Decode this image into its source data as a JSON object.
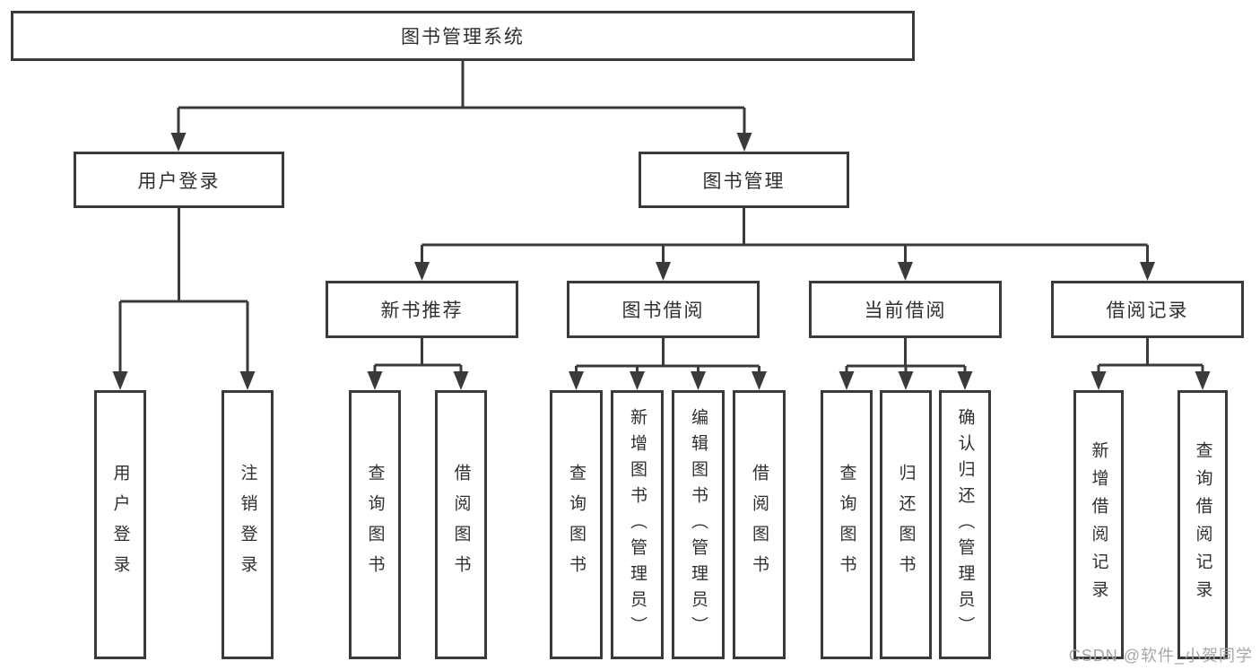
{
  "diagram": {
    "type": "hierarchy",
    "root": {
      "label": "图书管理系统",
      "children": [
        {
          "label": "用户登录",
          "children": [
            {
              "label": "用户登录"
            },
            {
              "label": "注销登录"
            }
          ]
        },
        {
          "label": "图书管理",
          "children": [
            {
              "label": "新书推荐",
              "children": [
                {
                  "label": "查询图书"
                },
                {
                  "label": "借阅图书"
                }
              ]
            },
            {
              "label": "图书借阅",
              "children": [
                {
                  "label": "查询图书"
                },
                {
                  "label": "新增图书（管理员）"
                },
                {
                  "label": "编辑图书（管理员）"
                },
                {
                  "label": "借阅图书"
                }
              ]
            },
            {
              "label": "当前借阅",
              "children": [
                {
                  "label": "查询图书"
                },
                {
                  "label": "归还图书"
                },
                {
                  "label": "确认归还（管理员）"
                }
              ]
            },
            {
              "label": "借阅记录",
              "children": [
                {
                  "label": "新增借阅记录"
                },
                {
                  "label": "查询借阅记录"
                }
              ]
            }
          ]
        }
      ]
    }
  },
  "watermark": {
    "text": "CSDN @软件_小贺同学"
  },
  "colors": {
    "line": "#3a3a3a",
    "box_border": "#3a3a3a",
    "box_fill": "#ffffff",
    "text": "#303030",
    "watermark": "#a6a6a6",
    "background": "#ffffff"
  }
}
